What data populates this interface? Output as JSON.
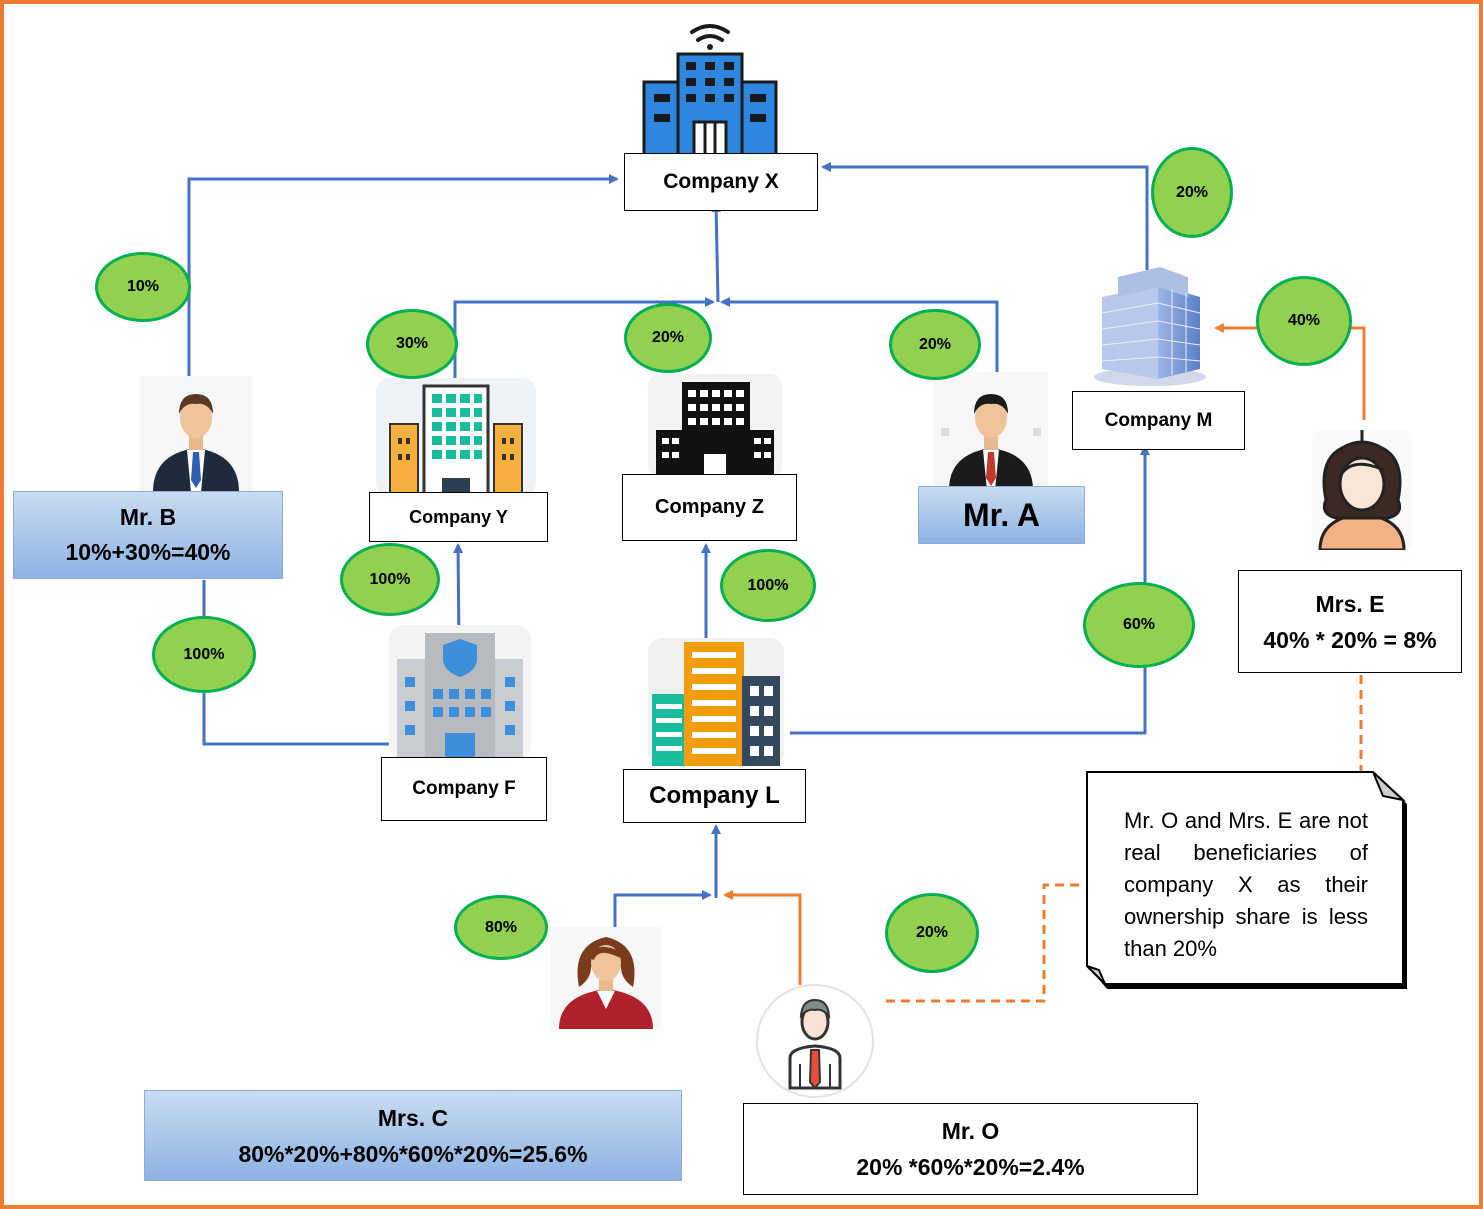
{
  "nodes": {
    "company_x": "Company X",
    "company_y": "Company Y",
    "company_z": "Company Z",
    "company_m": "Company M",
    "company_f": "Company F",
    "company_l": "Company L",
    "mr_a": "Mr. A"
  },
  "mr_b": {
    "name": "Mr. B",
    "calc": "10%+30%=40%"
  },
  "mrs_c": {
    "name": "Mrs. C",
    "calc": "80%*20%+80%*60%*20%=25.6%"
  },
  "mrs_e": {
    "name": "Mrs. E",
    "calc": "40% * 20% = 8%"
  },
  "mr_o": {
    "name": "Mr. O",
    "calc": "20% *60%*20%=2.4%"
  },
  "shares": {
    "b_to_x": "10%",
    "y_to_x": "30%",
    "z_to_x": "20%",
    "a_to_x": "20%",
    "m_to_x": "20%",
    "e_to_m": "40%",
    "f_to_y": "100%",
    "l_to_z": "100%",
    "b_to_f": "100%",
    "l_to_m": "60%",
    "c_to_l": "80%",
    "o_to_l": "20%"
  },
  "note": "Mr. O and Mrs. E are not real beneficiaries of company X as their ownership share is less than 20%",
  "colors": {
    "frame": "#ED7D31",
    "blue_line": "#4472C4",
    "orange_line": "#ED7D31",
    "circle_fill": "#92D050",
    "circle_border": "#00B050"
  }
}
